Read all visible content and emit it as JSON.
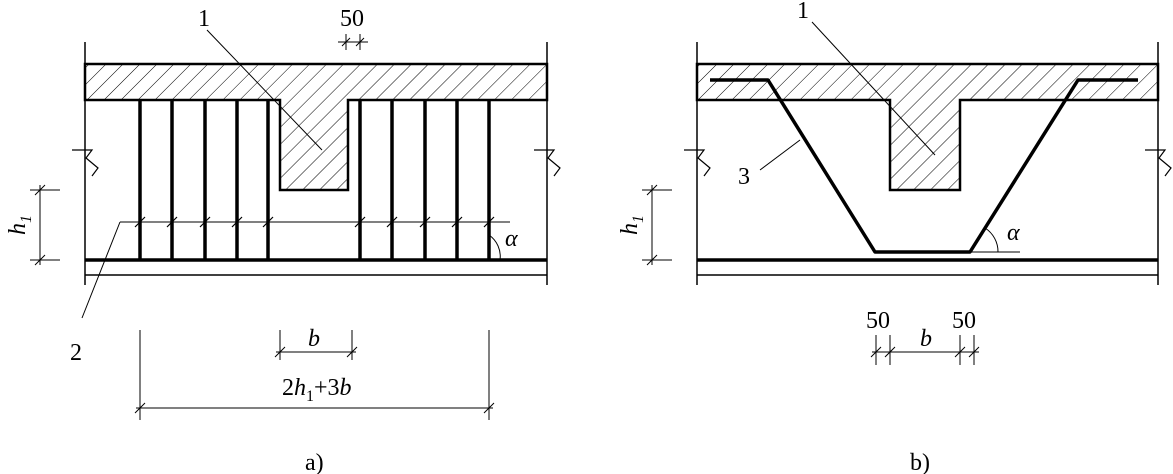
{
  "figure_a": {
    "caption": "a)",
    "callout_1": "1",
    "callout_2": "2",
    "dim_top": "50",
    "dim_b": "b",
    "dim_total_coef": "2",
    "dim_total_var": "h",
    "dim_total_sub": "1",
    "dim_total_rest": "+3",
    "dim_total_b": "b",
    "height_var": "h",
    "height_sub": "1",
    "angle": "α"
  },
  "figure_b": {
    "caption": "b)",
    "callout_1": "1",
    "callout_3": "3",
    "dim_left": "50",
    "dim_b": "b",
    "dim_right": "50",
    "height_var": "h",
    "height_sub": "1",
    "angle": "α"
  },
  "colors": {
    "line": "#000000",
    "background": "#ffffff"
  }
}
